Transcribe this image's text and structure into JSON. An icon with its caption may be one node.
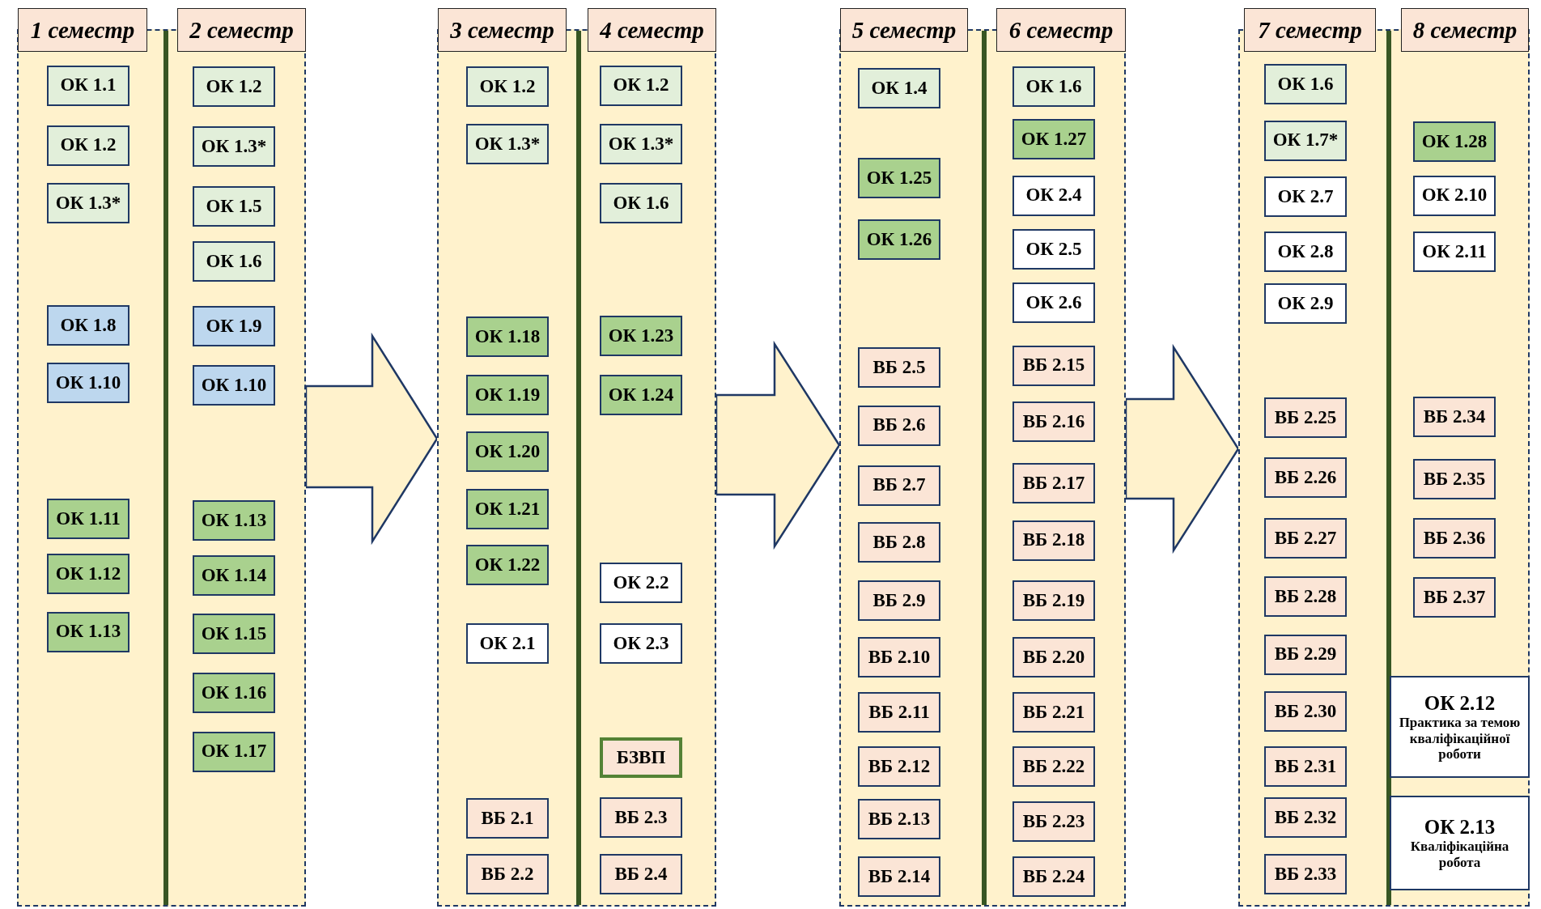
{
  "diagram": {
    "nodes": [
      {
        "text": [],
        "shape": "box"
      },
      {
        "text": [
          "1 семестр"
        ]
      },
      {
        "text": [
          "2 семестр"
        ]
      },
      {
        "text": [
          "ОК 1.1"
        ],
        "in": 0
      },
      {
        "text": [
          "ОК 1.2"
        ],
        "in": 0
      },
      {
        "text": [
          "ОК 1.3*"
        ],
        "in": 0
      },
      {
        "text": [
          "ОК 1.8"
        ],
        "in": 0
      },
      {
        "text": [
          "ОК 1.10"
        ],
        "in": 0
      },
      {
        "text": [
          "ОК 1.11"
        ],
        "in": 0
      },
      {
        "text": [
          "ОК 1.12"
        ],
        "in": 0
      },
      {
        "text": [
          "ОК 1.13"
        ],
        "in": 0
      },
      {
        "text": [
          "ОК 1.2"
        ],
        "in": 0
      },
      {
        "text": [
          "ОК 1.3*"
        ],
        "in": 0
      },
      {
        "text": [
          "ОК 1.5"
        ],
        "in": 0
      },
      {
        "text": [
          "ОК 1.6"
        ],
        "in": 0
      },
      {
        "text": [
          "ОК 1.9"
        ],
        "in": 0
      },
      {
        "text": [
          "ОК 1.10"
        ],
        "in": 0
      },
      {
        "text": [
          "ОК 1.13"
        ],
        "in": 0
      },
      {
        "text": [
          "ОК 1.14"
        ],
        "in": 0
      },
      {
        "text": [
          "ОК 1.15"
        ],
        "in": 0
      },
      {
        "text": [
          "ОК 1.16"
        ],
        "in": 0
      },
      {
        "text": [
          "ОК 1.17"
        ],
        "in": 0
      },
      {
        "text": [],
        "shape": "box"
      },
      {
        "text": [
          "3 семестр"
        ]
      },
      {
        "text": [
          "4 семестр"
        ]
      },
      {
        "text": [
          "ОК 1.2"
        ],
        "in": 22
      },
      {
        "text": [
          "ОК 1.3*"
        ],
        "in": 22
      },
      {
        "text": [
          "ОК 1.18"
        ],
        "in": 22
      },
      {
        "text": [
          "ОК 1.19"
        ],
        "in": 22
      },
      {
        "text": [
          "ОК 1.20"
        ],
        "in": 22
      },
      {
        "text": [
          "ОК 1.21"
        ],
        "in": 22
      },
      {
        "text": [
          "ОК 1.22"
        ],
        "in": 22
      },
      {
        "text": [
          "ОК 2.1"
        ],
        "in": 22
      },
      {
        "text": [
          "ВБ 2.1"
        ],
        "in": 22
      },
      {
        "text": [
          "ВБ 2.2"
        ],
        "in": 22
      },
      {
        "text": [
          "ОК 1.2"
        ],
        "in": 22
      },
      {
        "text": [
          "ОК 1.3*"
        ],
        "in": 22
      },
      {
        "text": [
          "ОК 1.6"
        ],
        "in": 22
      },
      {
        "text": [
          "ОК 1.23"
        ],
        "in": 22
      },
      {
        "text": [
          "ОК 1.24"
        ],
        "in": 22
      },
      {
        "text": [
          "ОК 2.2"
        ],
        "in": 22
      },
      {
        "text": [
          "ОК 2.3"
        ],
        "in": 22
      },
      {
        "text": [
          "БЗВП"
        ],
        "in": 22
      },
      {
        "text": [
          "ВБ 2.3"
        ],
        "in": 22
      },
      {
        "text": [
          "ВБ 2.4"
        ],
        "in": 22
      },
      {
        "text": [],
        "shape": "box"
      },
      {
        "text": [
          "5 семестр"
        ]
      },
      {
        "text": [
          "6 семестр"
        ]
      },
      {
        "text": [
          "ОК 1.4"
        ],
        "in": 45
      },
      {
        "text": [
          "ОК 1.25"
        ],
        "in": 45
      },
      {
        "text": [
          "ОК 1.26"
        ],
        "in": 45
      },
      {
        "text": [
          "ВБ 2.5"
        ],
        "in": 45
      },
      {
        "text": [
          "ВБ 2.6"
        ],
        "in": 45
      },
      {
        "text": [
          "ВБ 2.7"
        ],
        "in": 45
      },
      {
        "text": [
          "ВБ 2.8"
        ],
        "in": 45
      },
      {
        "text": [
          "ВБ 2.9"
        ],
        "in": 45
      },
      {
        "text": [
          "ВБ 2.10"
        ],
        "in": 45
      },
      {
        "text": [
          "ВБ 2.11"
        ],
        "in": 45
      },
      {
        "text": [
          "ВБ 2.12"
        ],
        "in": 45
      },
      {
        "text": [
          "ВБ 2.13"
        ],
        "in": 45
      },
      {
        "text": [
          "ВБ 2.14"
        ],
        "in": 45
      },
      {
        "text": [
          "ОК 1.6"
        ],
        "in": 45
      },
      {
        "text": [
          "ОК 1.27"
        ],
        "in": 45
      },
      {
        "text": [
          "ОК 2.4"
        ],
        "in": 45
      },
      {
        "text": [
          "ОК 2.5"
        ],
        "in": 45
      },
      {
        "text": [
          "ОК 2.6"
        ],
        "in": 45
      },
      {
        "text": [
          "ВБ 2.15"
        ],
        "in": 45
      },
      {
        "text": [
          "ВБ 2.16"
        ],
        "in": 45
      },
      {
        "text": [
          "ВБ 2.17"
        ],
        "in": 45
      },
      {
        "text": [
          "ВБ 2.18"
        ],
        "in": 45
      },
      {
        "text": [
          "ВБ 2.19"
        ],
        "in": 45
      },
      {
        "text": [
          "ВБ 2.20"
        ],
        "in": 45
      },
      {
        "text": [
          "ВБ 2.21"
        ],
        "in": 45
      },
      {
        "text": [
          "ВБ 2.22"
        ],
        "in": 45
      },
      {
        "text": [
          "ВБ 2.23"
        ],
        "in": 45
      },
      {
        "text": [
          "ВБ 2.24"
        ],
        "in": 45
      },
      {
        "text": [],
        "shape": "box"
      },
      {
        "text": [
          "7 семестр"
        ]
      },
      {
        "text": [
          "8 семестр"
        ]
      },
      {
        "text": [
          "ОК 1.6"
        ],
        "in": 76
      },
      {
        "text": [
          "ОК 1.7*"
        ],
        "in": 76
      },
      {
        "text": [
          "ОК 2.7"
        ],
        "in": 76
      },
      {
        "text": [
          "ОК 2.8"
        ],
        "in": 76
      },
      {
        "text": [
          "ОК 2.9"
        ],
        "in": 76
      },
      {
        "text": [
          "ВБ 2.25"
        ],
        "in": 76
      },
      {
        "text": [
          "ВБ 2.26"
        ],
        "in": 76
      },
      {
        "text": [
          "ВБ 2.27"
        ],
        "in": 76
      },
      {
        "text": [
          "ВБ 2.28"
        ],
        "in": 76
      },
      {
        "text": [
          "ВБ 2.29"
        ],
        "in": 76
      },
      {
        "text": [
          "ВБ 2.30"
        ],
        "in": 76
      },
      {
        "text": [
          "ВБ 2.31"
        ],
        "in": 76
      },
      {
        "text": [
          "ВБ 2.32"
        ],
        "in": 76
      },
      {
        "text": [
          "ВБ 2.33"
        ],
        "in": 76
      },
      {
        "text": [
          "ОК 1.28"
        ],
        "in": 76
      },
      {
        "text": [
          "ОК 2.10"
        ],
        "in": 76
      },
      {
        "text": [
          "ОК 2.11"
        ],
        "in": 76
      },
      {
        "text": [
          "ВБ 2.34"
        ],
        "in": 76
      },
      {
        "text": [
          "ВБ 2.35"
        ],
        "in": 76
      },
      {
        "text": [
          "ВБ 2.36"
        ],
        "in": 76
      },
      {
        "text": [
          "ВБ 2.37"
        ],
        "in": 76
      },
      {
        "text": [
          "ОК 2.12",
          "Практика за темою кваліфікаційної роботи"
        ],
        "in": 76
      },
      {
        "text": [
          "ОК 2.13",
          "Кваліфікаційна робота"
        ],
        "in": 76
      }
    ],
    "edges": [
      {
        "from": 0,
        "to": 22,
        "arrow": "to"
      },
      {
        "from": 22,
        "to": 45,
        "arrow": "to"
      },
      {
        "from": 45,
        "to": 76,
        "arrow": "to"
      }
    ]
  }
}
